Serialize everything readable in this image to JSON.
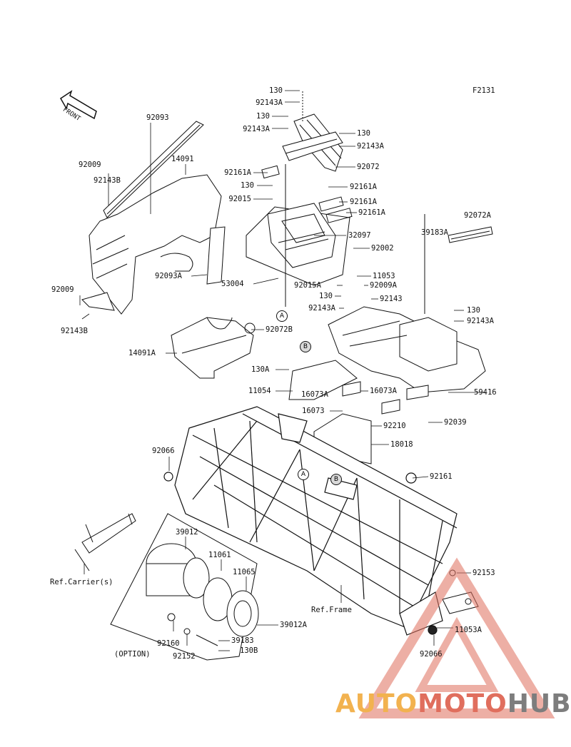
{
  "figure_code": "F2131",
  "front_label": "FRONT",
  "callouts": {
    "a": "A",
    "b": "B"
  },
  "watermark": {
    "part1": "AUTO",
    "part2": "MOTO",
    "part3": "HUB"
  },
  "parts": {
    "p130_1": "130",
    "p92143A_1": "92143A",
    "p130_2": "130",
    "p92143A_2": "92143A",
    "p130_3": "130",
    "p92143A_3": "92143A",
    "p92072": "92072",
    "p92161A_1": "92161A",
    "p130_4": "130",
    "p92161A_2": "92161A",
    "p92015": "92015",
    "p92161A_3": "92161A",
    "p92161A_4": "92161A",
    "p32097": "32097",
    "p92093": "92093",
    "p14091": "14091",
    "p92009_1": "92009",
    "p92143B_1": "92143B",
    "p92093A": "92093A",
    "p53004": "53004",
    "p92009_2": "92009",
    "p92143B_2": "92143B",
    "p92072A": "92072A",
    "p39183A": "39183A",
    "p92002": "92002",
    "p11053": "11053",
    "p92015A": "92015A",
    "p92009A": "92009A",
    "p130_5": "130",
    "p92143": "92143",
    "p92143A_4": "92143A",
    "p130_6": "130",
    "p92143A_5": "92143A",
    "p92072B": "92072B",
    "p14091A": "14091A",
    "p130A": "130A",
    "p11054": "11054",
    "p16073A_1": "16073A",
    "p16073A_2": "16073A",
    "p59416": "59416",
    "p16073": "16073",
    "p92210": "92210",
    "p92039": "92039",
    "p18018": "18018",
    "p92066_1": "92066",
    "p92161": "92161",
    "p39012": "39012",
    "p11061": "11061",
    "p11065": "11065",
    "p92153": "92153",
    "ref_carrier": "Ref.Carrier(s)",
    "ref_frame": "Ref.Frame",
    "p11053A": "11053A",
    "p39012A": "39012A",
    "p92160": "92160",
    "p39183": "39183",
    "p130B": "130B",
    "option": "(OPTION)",
    "p92152": "92152",
    "p92066_2": "92066"
  }
}
